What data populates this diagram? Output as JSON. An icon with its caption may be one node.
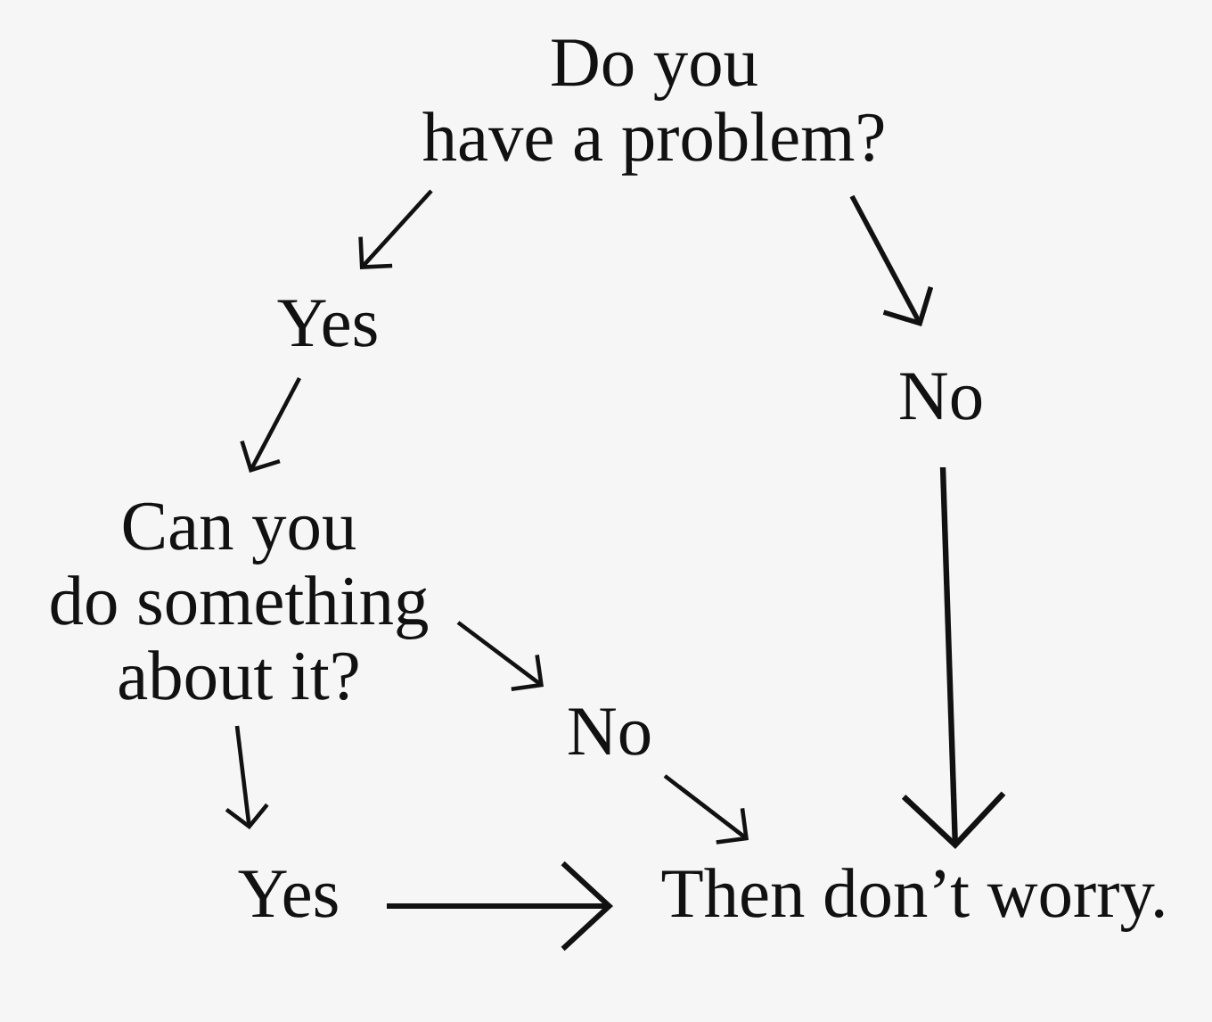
{
  "diagram": {
    "nodes": [
      {
        "text": [
          "Do you have a problem?"
        ]
      },
      {
        "text": [
          "Yes"
        ]
      },
      {
        "text": [
          "No"
        ]
      },
      {
        "text": [
          "Can you do something about it?"
        ]
      },
      {
        "text": [
          "No"
        ]
      },
      {
        "text": [
          "Yes"
        ]
      },
      {
        "text": [
          "Then don’t worry."
        ]
      }
    ],
    "edges": [
      {
        "from": 0,
        "to": 1,
        "arrow": "to"
      },
      {
        "from": 0,
        "to": 2,
        "arrow": "to"
      },
      {
        "from": 1,
        "to": 3,
        "arrow": "to"
      },
      {
        "from": 2,
        "to": 6,
        "arrow": "to"
      },
      {
        "from": 3,
        "to": 4,
        "arrow": "to"
      },
      {
        "from": 3,
        "to": 5,
        "arrow": "to"
      },
      {
        "from": 4,
        "to": 6,
        "arrow": "to"
      },
      {
        "from": 5,
        "to": 6,
        "arrow": "to"
      }
    ]
  }
}
